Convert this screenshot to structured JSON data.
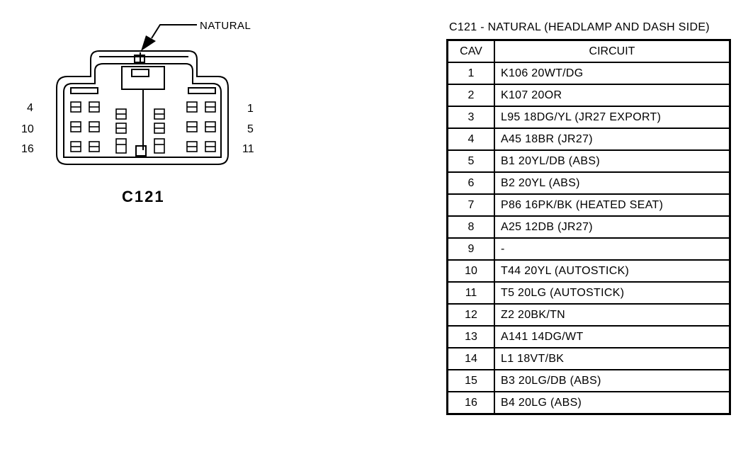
{
  "diagram": {
    "callout_label": "NATURAL",
    "connector_id": "C121",
    "pin_numbers": {
      "top_left": "4",
      "mid_left": "10",
      "bottom_left": "16",
      "top_right": "1",
      "mid_right": "5",
      "bottom_right": "11"
    }
  },
  "table": {
    "title": "C121 - NATURAL (HEADLAMP AND DASH SIDE)",
    "headers": {
      "cav": "CAV",
      "circuit": "CIRCUIT"
    },
    "rows": [
      {
        "cav": "1",
        "circuit": "K106 20WT/DG"
      },
      {
        "cav": "2",
        "circuit": "K107 20OR"
      },
      {
        "cav": "3",
        "circuit": "L95 18DG/YL (JR27 EXPORT)"
      },
      {
        "cav": "4",
        "circuit": "A45 18BR (JR27)"
      },
      {
        "cav": "5",
        "circuit": "B1 20YL/DB (ABS)"
      },
      {
        "cav": "6",
        "circuit": "B2 20YL (ABS)"
      },
      {
        "cav": "7",
        "circuit": "P86 16PK/BK (HEATED SEAT)"
      },
      {
        "cav": "8",
        "circuit": "A25 12DB (JR27)"
      },
      {
        "cav": "9",
        "circuit": "-"
      },
      {
        "cav": "10",
        "circuit": "T44 20YL (AUTOSTICK)"
      },
      {
        "cav": "11",
        "circuit": "T5 20LG (AUTOSTICK)"
      },
      {
        "cav": "12",
        "circuit": "Z2 20BK/TN"
      },
      {
        "cav": "13",
        "circuit": "A141 14DG/WT"
      },
      {
        "cav": "14",
        "circuit": "L1 18VT/BK"
      },
      {
        "cav": "15",
        "circuit": "B3 20LG/DB (ABS)"
      },
      {
        "cav": "16",
        "circuit": "B4 20LG (ABS)"
      }
    ]
  }
}
